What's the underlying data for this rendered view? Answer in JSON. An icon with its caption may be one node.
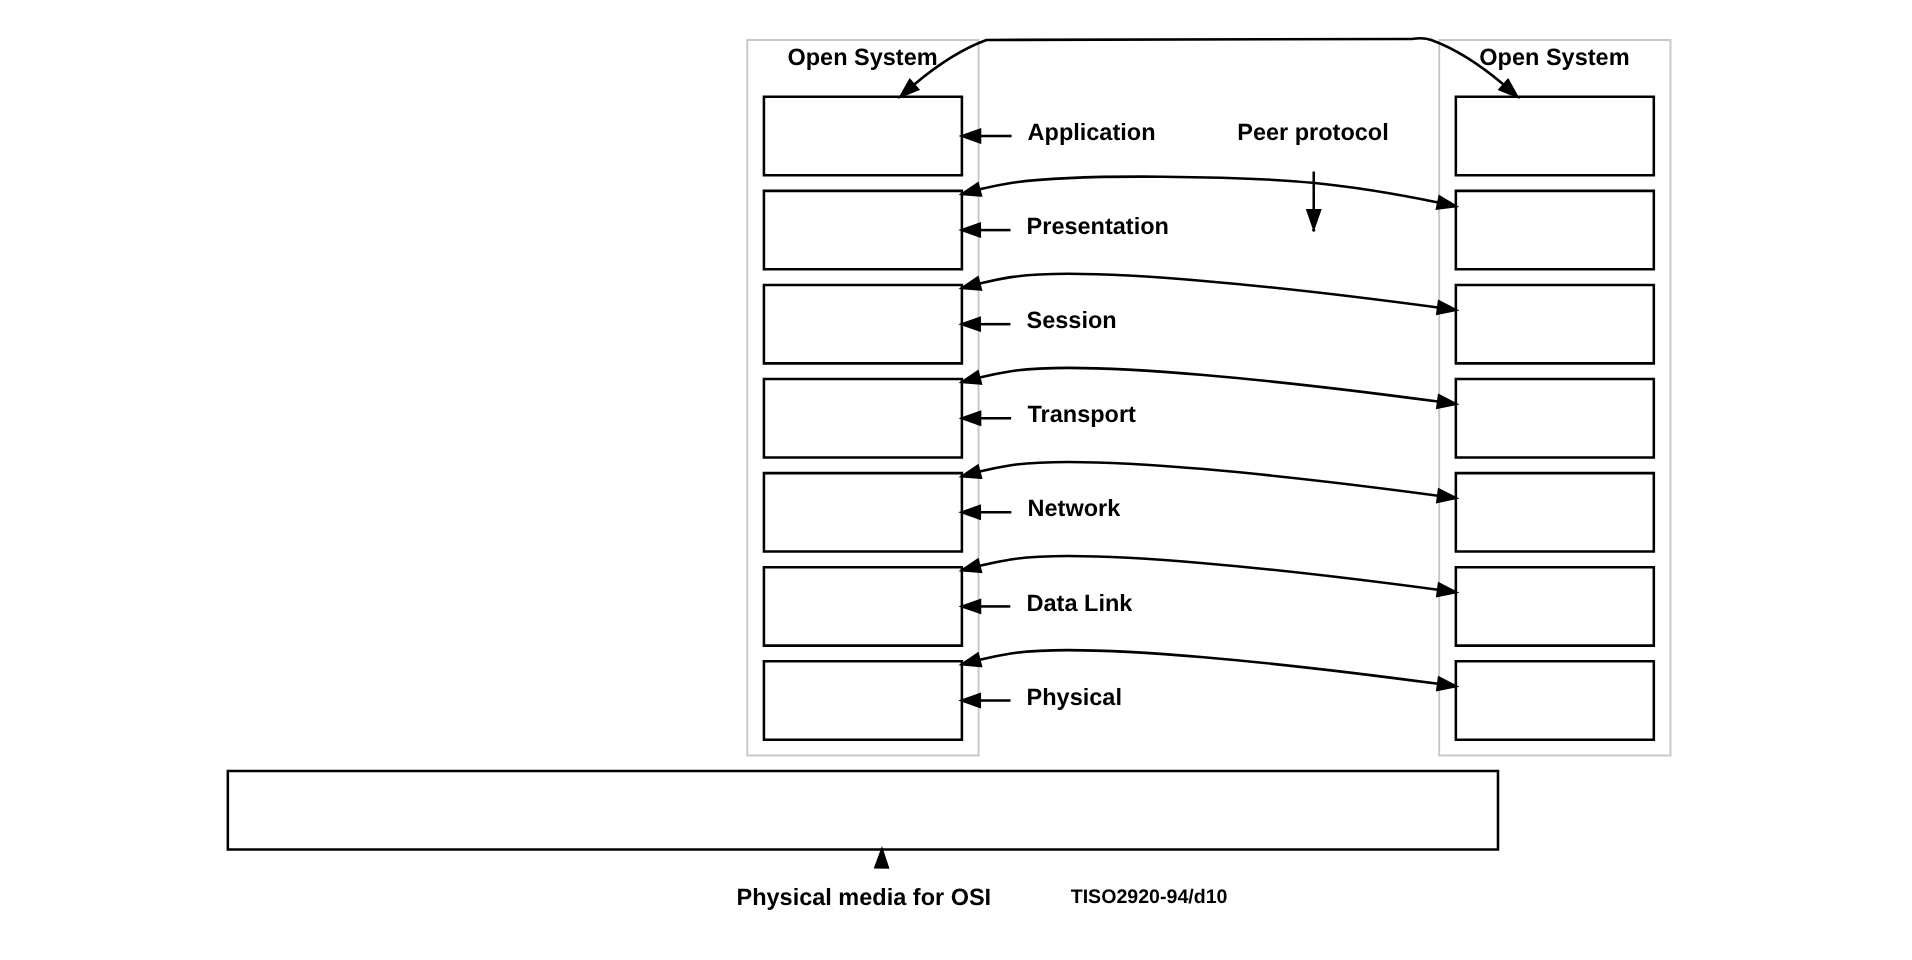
{
  "diagram": {
    "nodes": [
      {
        "text": [
          "Open System"
        ]
      },
      {
        "text": [],
        "shape": "box",
        "in": 0
      },
      {
        "text": [],
        "shape": "box",
        "in": 0
      },
      {
        "text": [],
        "shape": "box",
        "in": 0
      },
      {
        "text": [],
        "shape": "box",
        "in": 0
      },
      {
        "text": [],
        "shape": "box",
        "in": 0
      },
      {
        "text": [],
        "shape": "box",
        "in": 0
      },
      {
        "text": [],
        "shape": "box",
        "in": 0
      },
      {
        "text": [
          "Open System"
        ]
      },
      {
        "text": [],
        "shape": "box",
        "in": 8
      },
      {
        "text": [],
        "shape": "box",
        "in": 8
      },
      {
        "text": [],
        "shape": "box",
        "in": 8
      },
      {
        "text": [],
        "shape": "box",
        "in": 8
      },
      {
        "text": [],
        "shape": "box",
        "in": 8
      },
      {
        "text": [],
        "shape": "box",
        "in": 8
      },
      {
        "text": [],
        "shape": "box",
        "in": 8
      },
      {
        "text": [],
        "shape": "box"
      },
      {
        "text": [
          "Application"
        ]
      },
      {
        "text": [
          "Presentation"
        ]
      },
      {
        "text": [
          "Session"
        ]
      },
      {
        "text": [
          "Transport"
        ]
      },
      {
        "text": [
          "Network"
        ]
      },
      {
        "text": [
          "Data Link"
        ]
      },
      {
        "text": [
          "Physical"
        ]
      },
      {
        "text": [
          "Peer protocol"
        ]
      },
      {
        "text": [
          "Physical media for OSI"
        ]
      }
    ],
    "edges": [
      {
        "from": 17,
        "to": 1,
        "arrow": "to"
      },
      {
        "from": 18,
        "to": 2,
        "arrow": "to"
      },
      {
        "from": 19,
        "to": 3,
        "arrow": "to"
      },
      {
        "from": 20,
        "to": 4,
        "arrow": "to"
      },
      {
        "from": 21,
        "to": 5,
        "arrow": "to"
      },
      {
        "from": 22,
        "to": 6,
        "arrow": "to"
      },
      {
        "from": 23,
        "to": 7,
        "arrow": "to"
      },
      {
        "from": 1,
        "to": 9,
        "arrow": "both"
      },
      {
        "from": 2,
        "to": 10,
        "arrow": "both"
      },
      {
        "from": 3,
        "to": 11,
        "arrow": "both"
      },
      {
        "from": 4,
        "to": 12,
        "arrow": "both"
      },
      {
        "from": 5,
        "to": 13,
        "arrow": "both"
      },
      {
        "from": 6,
        "to": 14,
        "arrow": "both"
      },
      {
        "from": 7,
        "to": 15,
        "arrow": "both"
      },
      {
        "from": 24,
        "to": null,
        "arrow": "to"
      },
      {
        "from": 25,
        "to": 16,
        "arrow": "to"
      }
    ],
    "labels": [
      "TISO2920-94/d10"
    ]
  }
}
